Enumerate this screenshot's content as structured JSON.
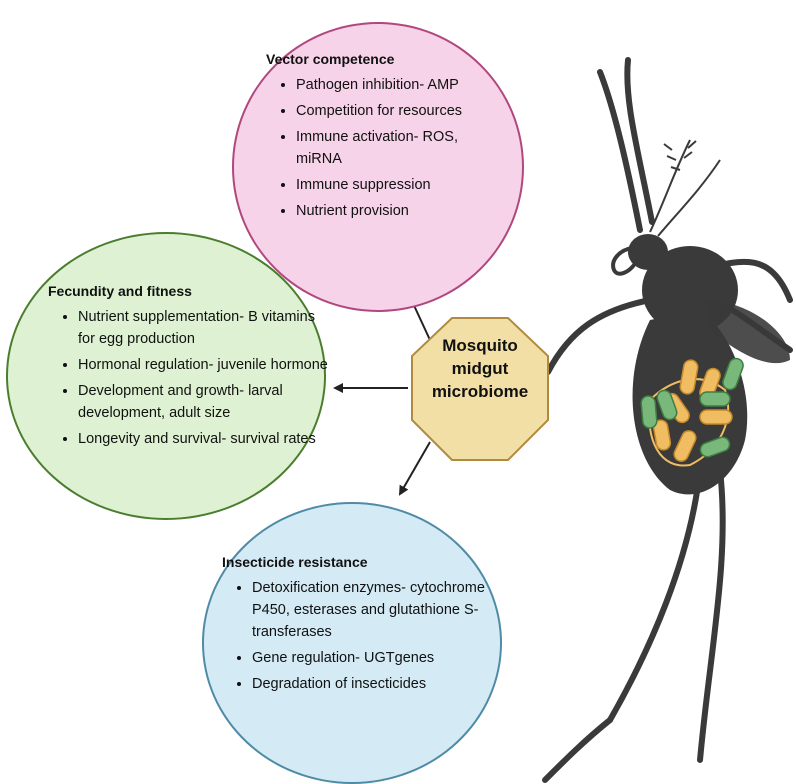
{
  "hub": {
    "lines": [
      "Mosquito",
      "midgut",
      "microbiome"
    ]
  },
  "vector_competence": {
    "title": "Vector competence",
    "items": [
      "Pathogen inhibition- AMP",
      "Competition for resources",
      "Immune activation- ROS, miRNA",
      "Immune suppression",
      "Nutrient provision"
    ]
  },
  "fecundity_fitness": {
    "title": "Fecundity and fitness",
    "items": [
      "Nutrient supplementation- B vitamins for egg production",
      "Hormonal regulation- juvenile hormone",
      "Development and growth- larval development, adult size",
      "Longevity and survival- survival rates"
    ]
  },
  "insecticide_resistance": {
    "title": "Insecticide resistance",
    "items": [
      "Detoxification enzymes- cytochrome P450, esterases and glutathione S-transferases",
      "Gene regulation- UGTgenes",
      "Degradation of insecticides"
    ]
  },
  "colors": {
    "vector_fill": "#f7d3ea",
    "vector_stroke": "#b0487e",
    "fecundity_fill": "#def2d3",
    "fecundity_stroke": "#4a7d2e",
    "insecticide_fill": "#d4ebf5",
    "insecticide_stroke": "#4f8ba6",
    "hub_fill": "#f2dfa6",
    "hub_stroke": "#b08a3e",
    "mosquito": "#3a3a3a",
    "bacteria_orange": "#f0bd62",
    "bacteria_green": "#78b87a"
  }
}
